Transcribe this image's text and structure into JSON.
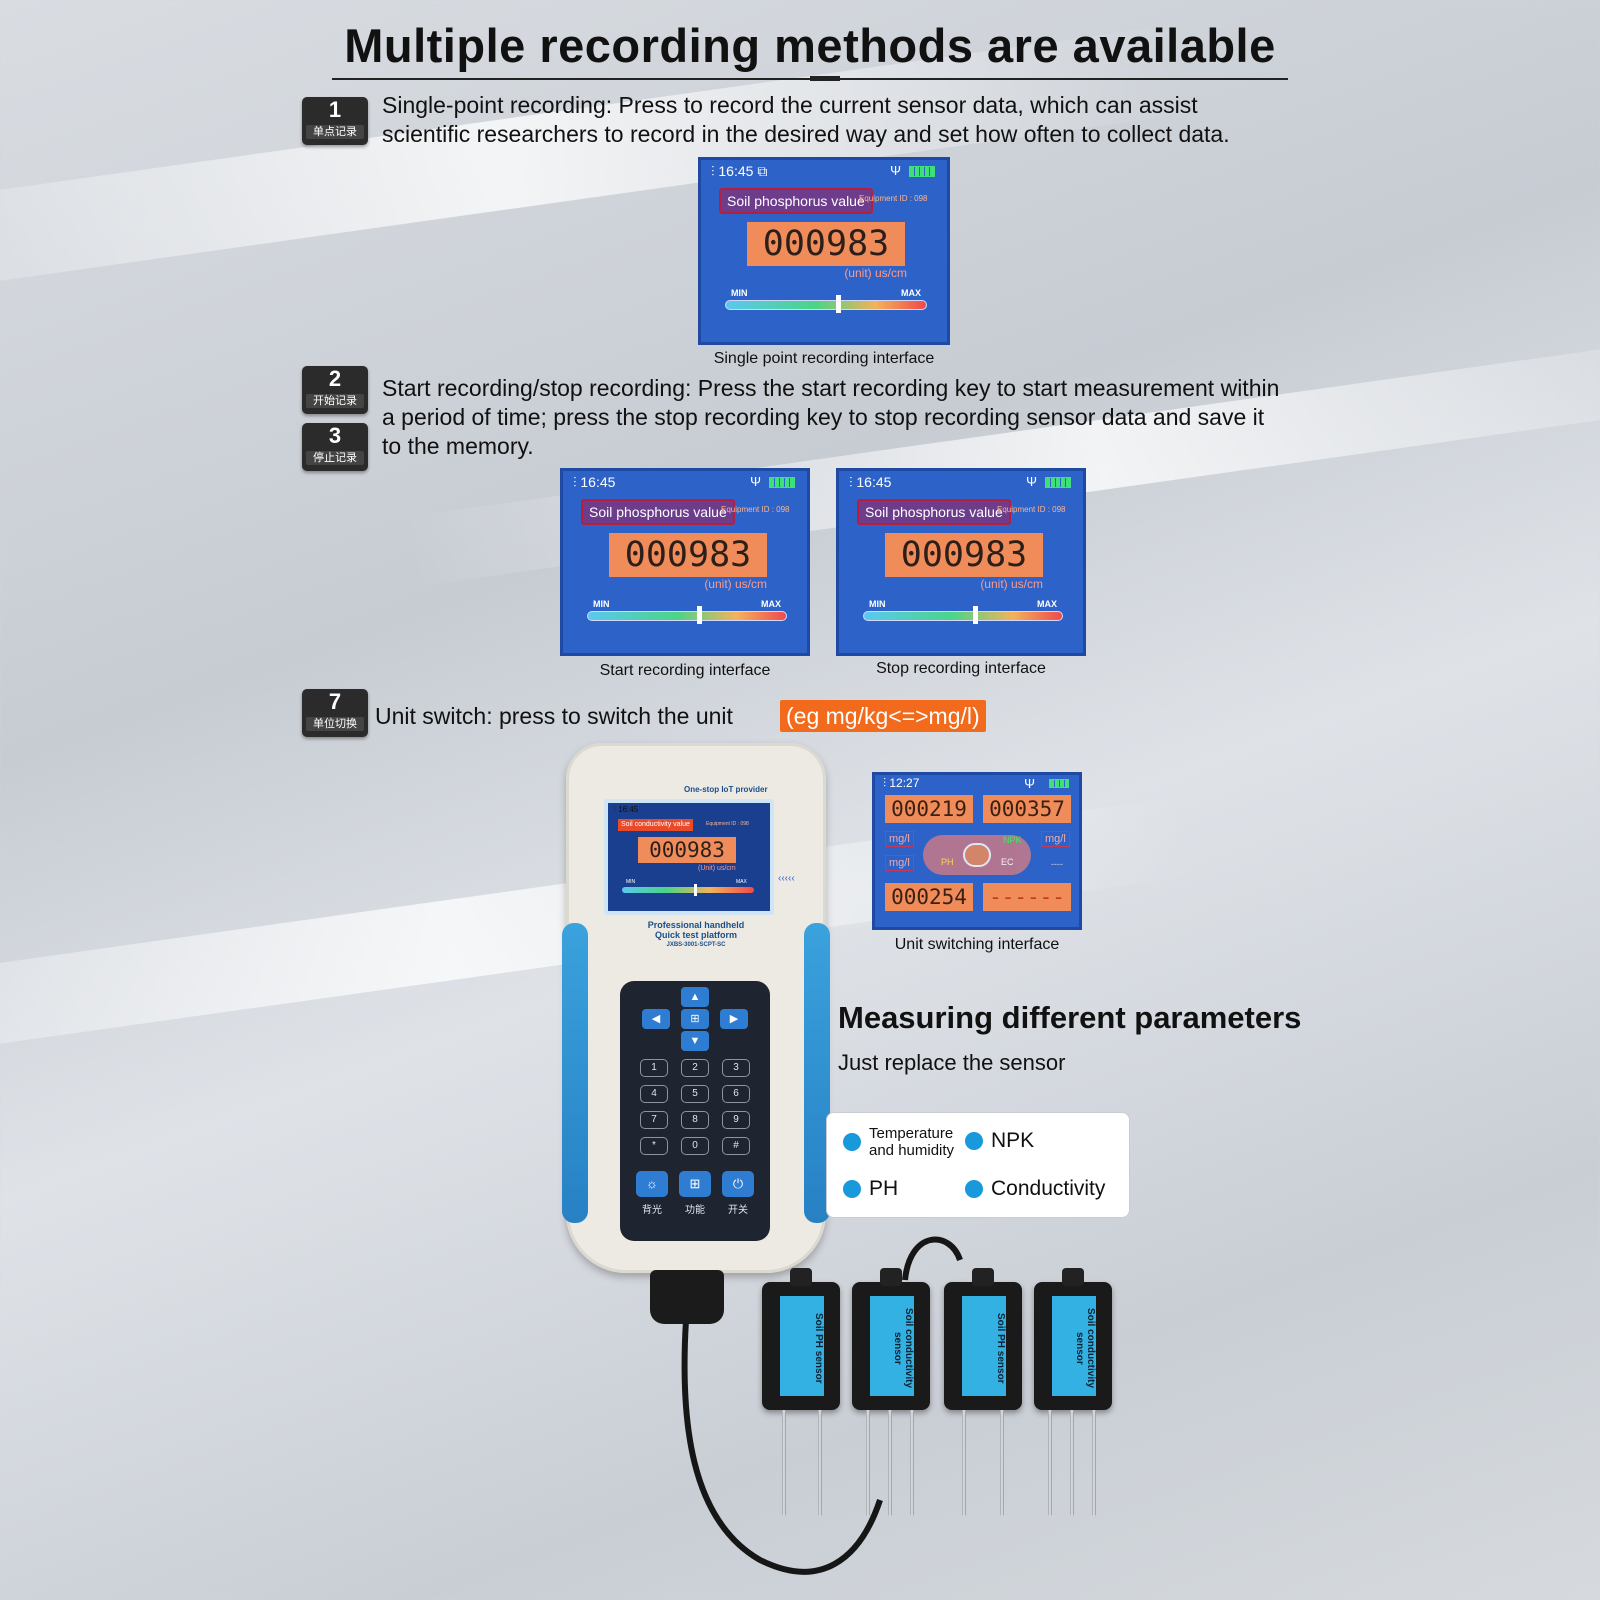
{
  "title": "Multiple recording methods are available",
  "sections": [
    {
      "key_num": "1",
      "key_cn": "单点记录",
      "lines": [
        "Single-point recording: Press to record the current sensor data, which can assist",
        "scientific researchers to record in the desired way and set how often to collect data."
      ]
    },
    {
      "key_num": "2",
      "key_cn": "开始记录",
      "key2_num": "3",
      "key2_cn": "停止记录",
      "lines": [
        "Start recording/stop recording: Press the start recording key to start measurement within",
        "a period of time; press the stop recording key to stop recording sensor data and save it",
        "to the memory."
      ]
    },
    {
      "key_num": "7",
      "key_cn": "单位切换",
      "text": "Unit switch: press to switch the unit",
      "highlight": "(eg mg/kg<=>mg/l)"
    }
  ],
  "screen": {
    "time": "16:45",
    "label": "Soil phosphorus value",
    "equipment_id": "Equipment ID : 098",
    "value": "000983",
    "unit": "(unit) us/cm",
    "min": "MIN",
    "max": "MAX",
    "level": 0.56
  },
  "captions": {
    "single": "Single point recording interface",
    "start": "Start recording interface",
    "stop": "Stop recording interface",
    "unit": "Unit switching interface"
  },
  "unit_screen": {
    "time": "12:27",
    "v1": "000219",
    "v2": "000357",
    "v3": "000254",
    "v4": "------",
    "u1": "mg/l",
    "u2": "mg/l",
    "u3": "mg/l",
    "tag_ph": "PH",
    "tag_ec": "EC",
    "tag_npk": "NPK",
    "tag_dash": "----"
  },
  "device": {
    "brand": "One-stop IoT provider",
    "time": "16:45",
    "label": "Soil conductivity value",
    "equipment_id": "Equipment ID : 098",
    "value": "000983",
    "unit": "(Unit) us/cm",
    "min": "MIN",
    "max": "MAX",
    "line1": "Professional handheld",
    "line2": "Quick test platform",
    "model": "JXBS-3001-SCPT-SC",
    "keys": [
      "1",
      "2",
      "3",
      "4",
      "5",
      "6",
      "7",
      "8",
      "9",
      "*",
      "0",
      "#"
    ],
    "func_labels": [
      "背光",
      "功能",
      "开关"
    ]
  },
  "params": {
    "heading": "Measuring different parameters",
    "subheading": "Just replace the sensor",
    "items": [
      "Temperature and humidity",
      "NPK",
      "PH",
      "Conductivity"
    ]
  },
  "sensors": [
    "Soil PH sensor",
    "Soil conductivity sensor",
    "Soil PH sensor",
    "Soil conductivity sensor"
  ],
  "colors": {
    "screen_blue": "#2d63c8",
    "value_orange": "#f08c5a",
    "highlight_orange": "#f26a1b",
    "dot_blue": "#1899dc"
  }
}
